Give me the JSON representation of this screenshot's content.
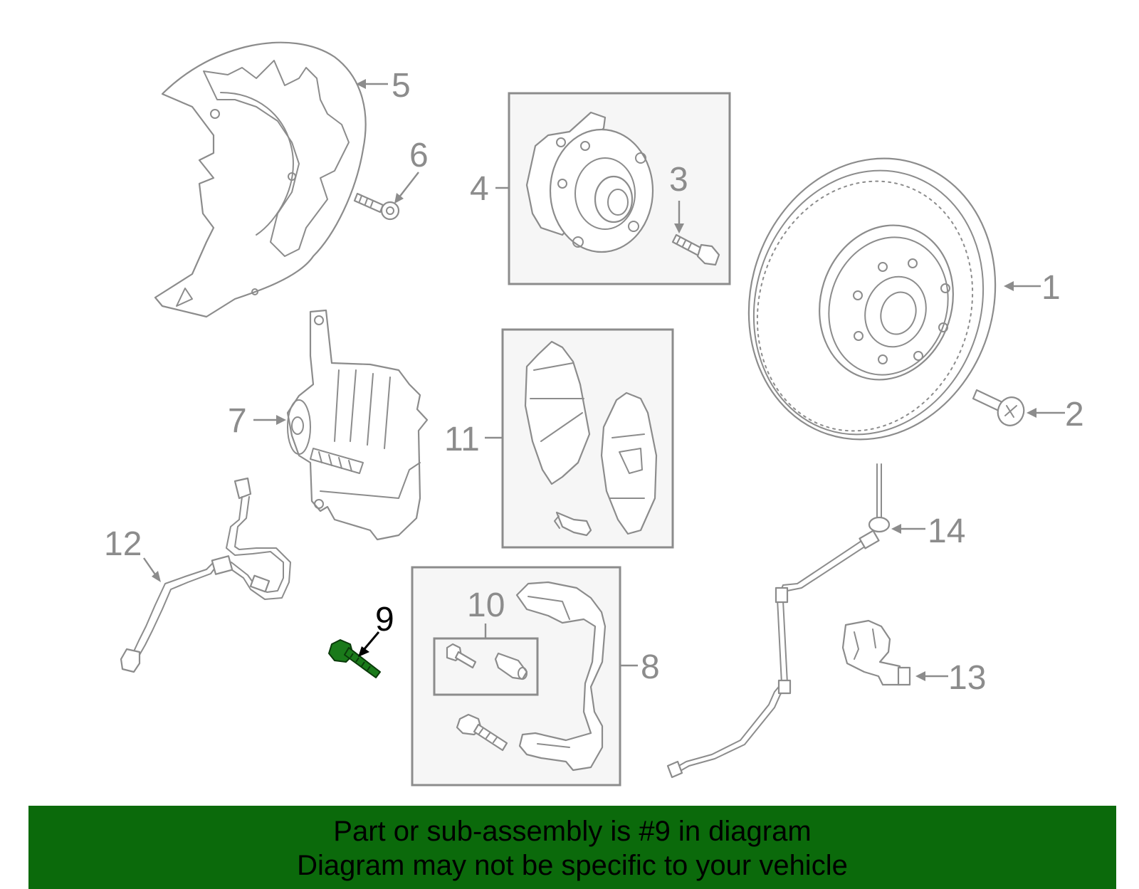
{
  "diagram": {
    "callouts": {
      "c1": "1",
      "c2": "2",
      "c3": "3",
      "c4": "4",
      "c5": "5",
      "c6": "6",
      "c7": "7",
      "c8": "8",
      "c9": "9",
      "c10": "10",
      "c11": "11",
      "c12": "12",
      "c13": "13",
      "c14": "14"
    },
    "highlighted_part": "9",
    "colors": {
      "linework": "#8c8c8c",
      "highlight_part": "#1a7a1a",
      "banner": "#0b6a0b"
    }
  },
  "footer": {
    "line1": "Part or sub-assembly is #9 in diagram",
    "line2": "Diagram may not be specific to your vehicle"
  }
}
